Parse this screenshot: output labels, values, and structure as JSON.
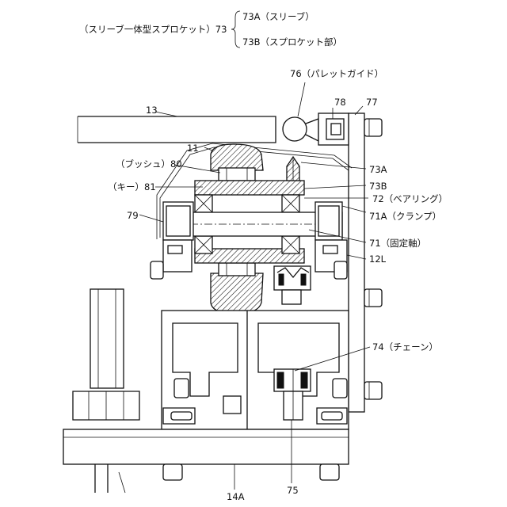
{
  "header": {
    "group_label": "（スリーブ一体型スプロケット）73",
    "sub_a": "73A（スリーブ）",
    "sub_b": "73B（スプロケット部）"
  },
  "labels": {
    "pallet_guide": "76（パレットガイド）",
    "n78": "78",
    "n77": "77",
    "n13": "13",
    "n11": "11",
    "bush": "（ブッシュ）80",
    "key": "（キー）81",
    "n73a": "73A",
    "n73b": "73B",
    "bearing": "72（ベアリング）",
    "clamp": "71A（クランプ）",
    "n79": "79",
    "shaft": "71（固定軸）",
    "n12l": "12L",
    "chain": "74（チェーン）",
    "n75": "75",
    "n14a": "14A"
  }
}
